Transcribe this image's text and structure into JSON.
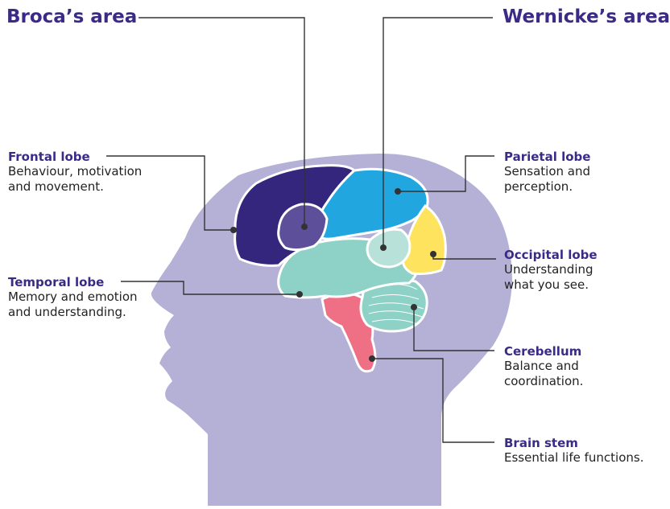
{
  "colors": {
    "head": "#b5b1d6",
    "frontal": "#33267c",
    "broca": "#5d4f9a",
    "parietal": "#21a6e0",
    "occipital": "#fde35e",
    "temporal": "#8ed2c7",
    "wernicke": "#b7e1d9",
    "cerebellum": "#8ed2c7",
    "brainstem": "#ef7085",
    "label": "#3b2a86",
    "leader": "#333333"
  },
  "labels": {
    "broca": {
      "title": "Broca’s area"
    },
    "wernicke": {
      "title": "Wernicke’s area"
    },
    "frontal": {
      "title": "Frontal lobe",
      "desc1": "Behaviour, motivation",
      "desc2": "and movement."
    },
    "temporal": {
      "title": "Temporal lobe",
      "desc1": "Memory and emotion",
      "desc2": "and understanding."
    },
    "parietal": {
      "title": "Parietal lobe",
      "desc1": "Sensation and",
      "desc2": "perception."
    },
    "occipital": {
      "title": "Occipital lobe",
      "desc1": "Understanding",
      "desc2": "what you see."
    },
    "cerebellum": {
      "title": "Cerebellum",
      "desc1": "Balance and",
      "desc2": "coordination."
    },
    "brainstem": {
      "title": "Brain stem",
      "desc1": "Essential life functions."
    }
  }
}
